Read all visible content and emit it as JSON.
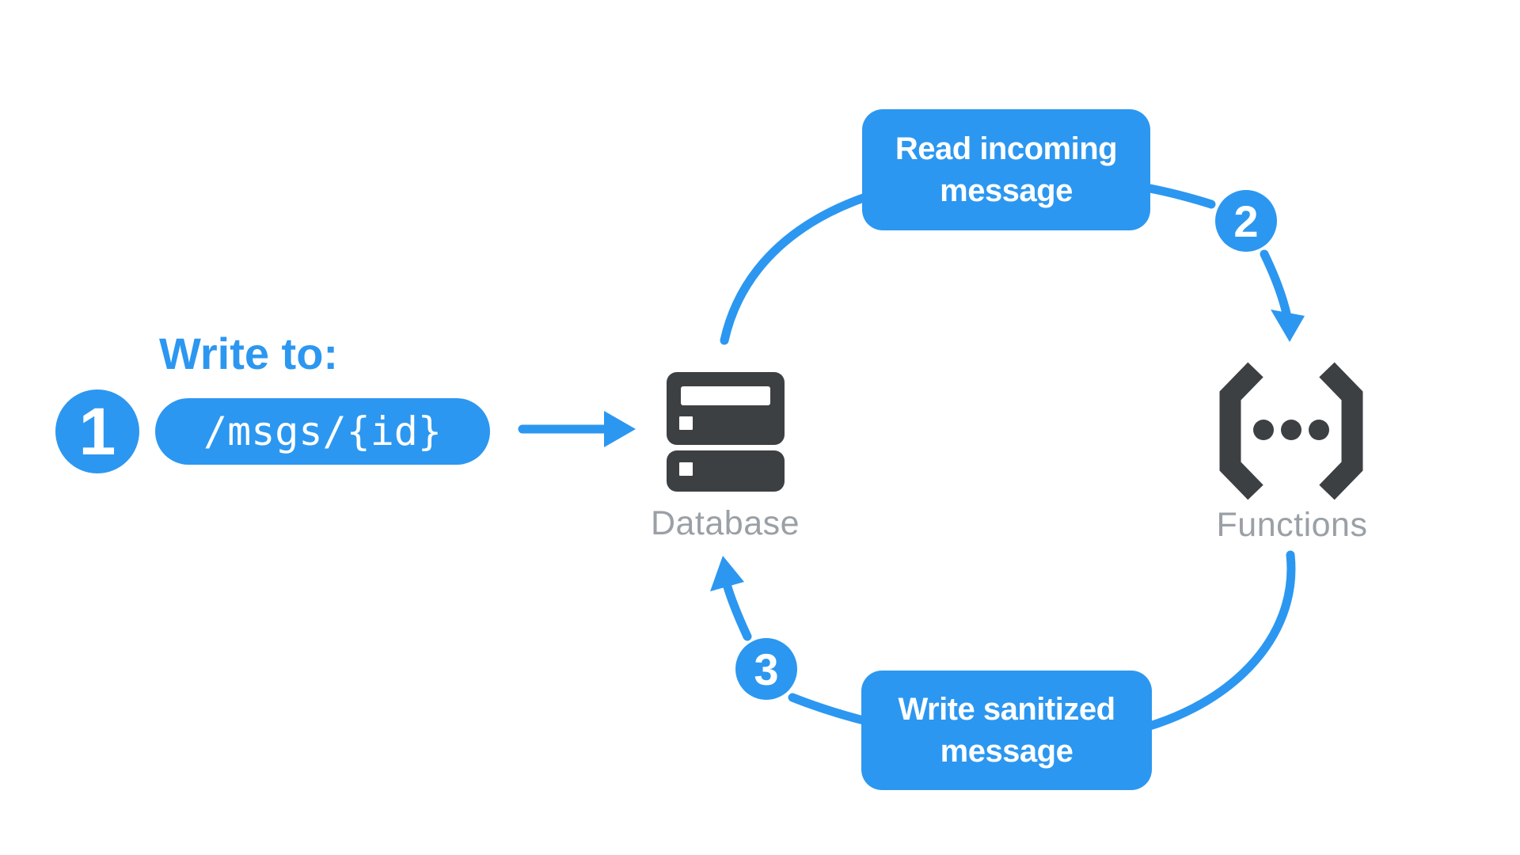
{
  "annotation": {
    "heading": "Write to:",
    "step_number": "1",
    "code_path": "/msgs/{id}"
  },
  "cycle": {
    "top_step_number": "2",
    "top_label": "Read incoming message",
    "bottom_step_number": "3",
    "bottom_label": "Write sanitized message"
  },
  "nodes": {
    "database_label": "Database",
    "functions_label": "Functions"
  },
  "colors": {
    "accent_blue": "#2C97F0",
    "icon_dark": "#3D4043",
    "label_gray": "#9AA0A6",
    "text_on_accent": "#FFFFFF"
  }
}
